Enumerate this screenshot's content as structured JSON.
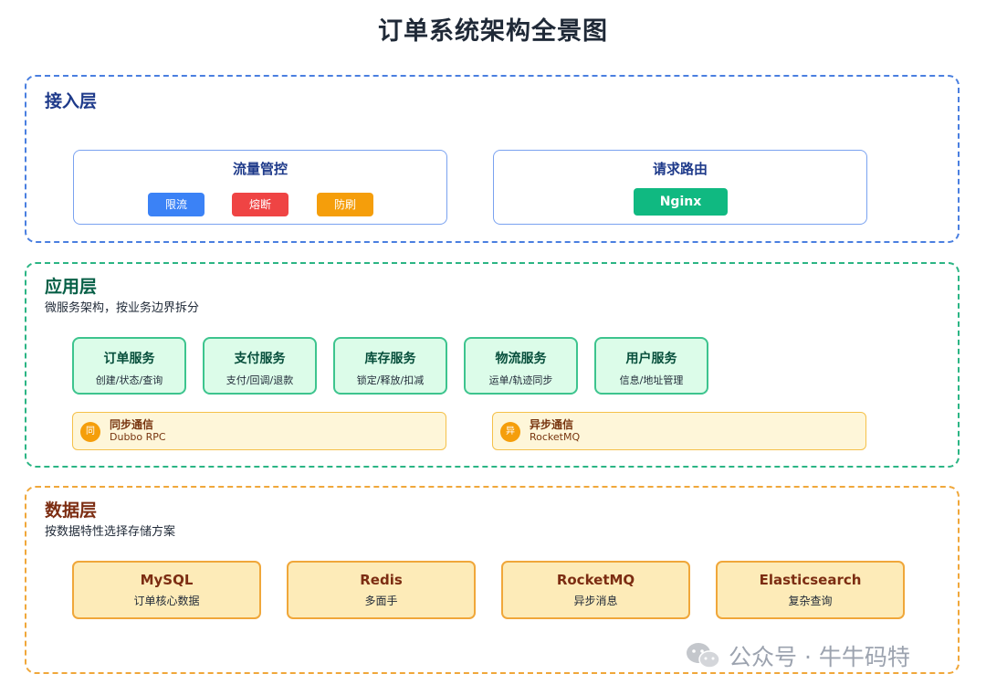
{
  "title": "订单系统架构全景图",
  "access_layer": {
    "title": "接入层",
    "traffic": {
      "title": "流量管控",
      "tags": [
        {
          "label": "限流",
          "color": "#3b82f6"
        },
        {
          "label": "熔断",
          "color": "#ef4444"
        },
        {
          "label": "防刷",
          "color": "#f59e0b"
        }
      ]
    },
    "routing": {
      "title": "请求路由",
      "tag": {
        "label": "Nginx",
        "color": "#10b981"
      }
    }
  },
  "app_layer": {
    "title": "应用层",
    "subtitle": "微服务架构，按业务边界拆分",
    "services": [
      {
        "name": "订单服务",
        "desc": "创建/状态/查询"
      },
      {
        "name": "支付服务",
        "desc": "支付/回调/退款"
      },
      {
        "name": "库存服务",
        "desc": "锁定/释放/扣减"
      },
      {
        "name": "物流服务",
        "desc": "运单/轨迹同步"
      },
      {
        "name": "用户服务",
        "desc": "信息/地址管理"
      }
    ],
    "comms": [
      {
        "badge": "同",
        "name": "同步通信",
        "protocol": "Dubbo RPC"
      },
      {
        "badge": "异",
        "name": "异步通信",
        "protocol": "RocketMQ"
      }
    ]
  },
  "data_layer": {
    "title": "数据层",
    "subtitle": "按数据特性选择存储方案",
    "stores": [
      {
        "name": "MySQL",
        "desc": "订单核心数据"
      },
      {
        "name": "Redis",
        "desc": "多面手"
      },
      {
        "name": "RocketMQ",
        "desc": "异步消息"
      },
      {
        "name": "Elasticsearch",
        "desc": "复杂查询"
      }
    ]
  },
  "watermark": {
    "text": "公众号 · 牛牛码特",
    "icon": "wechat-icon"
  }
}
